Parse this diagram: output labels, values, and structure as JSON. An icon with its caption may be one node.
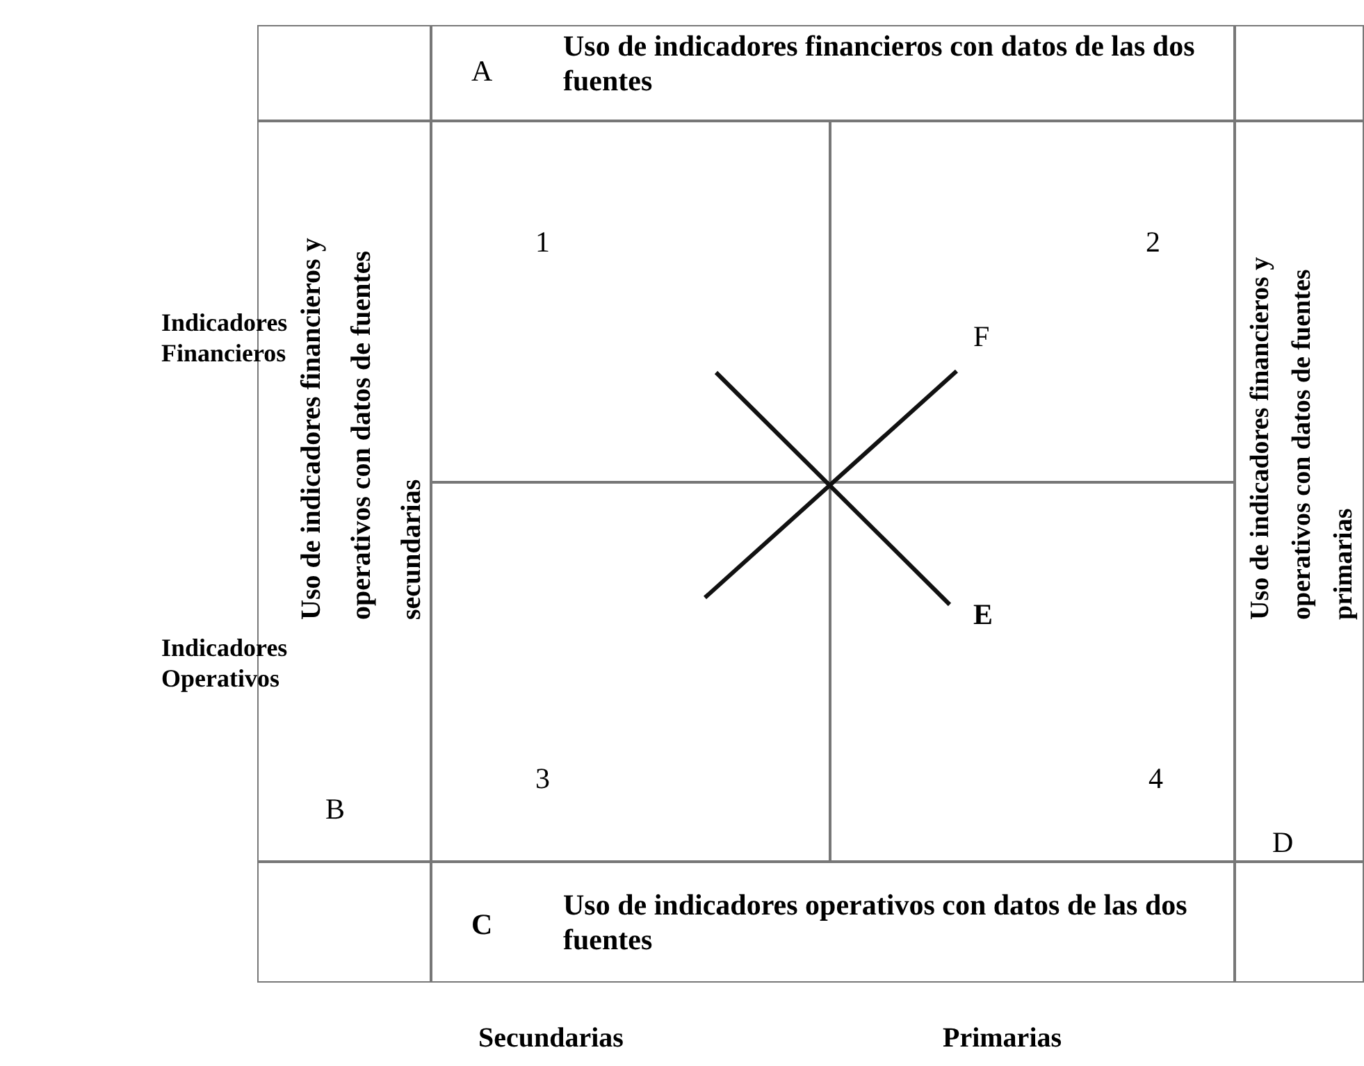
{
  "diagram": {
    "nodes": [
      {
        "text": [
          "A",
          "Uso de indicadores financieros con datos de las dos fuentes"
        ]
      },
      {
        "text": [
          "Uso de indicadores financieros y operativos con datos de fuentes secundarias",
          "B"
        ]
      },
      {
        "text": [
          "1"
        ]
      },
      {
        "text": [
          "2"
        ]
      },
      {
        "text": [
          "3"
        ]
      },
      {
        "text": [
          "4"
        ]
      },
      {
        "text": [
          "Uso de indicadores financieros y operativos con datos de fuentes primarias",
          "D"
        ]
      },
      {
        "text": [
          "C",
          "Uso de indicadores operativos con datos de las dos fuentes"
        ]
      }
    ],
    "edges": [],
    "labels": [
      "Indicadores Financieros",
      "F",
      "E",
      "Indicadores Operativos",
      "Secundarias",
      "Primarias"
    ]
  }
}
